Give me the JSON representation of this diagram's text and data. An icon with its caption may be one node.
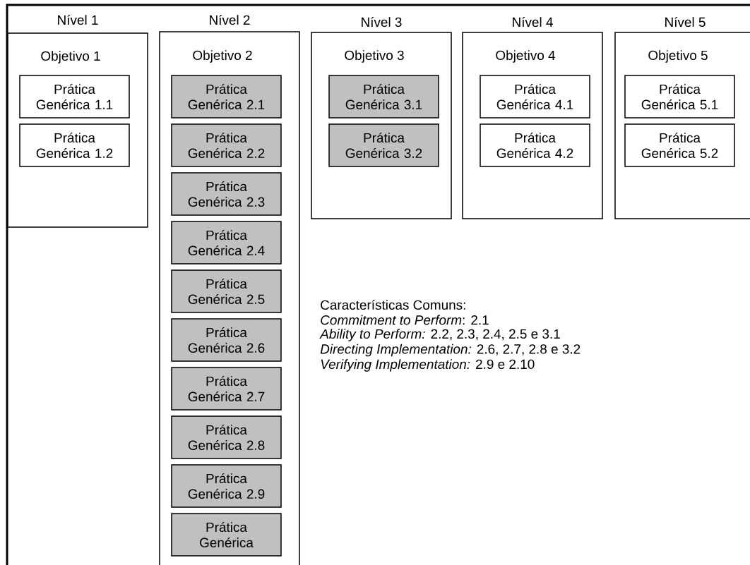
{
  "diagram": {
    "nodes": [
      {
        "text": [
          "Nível 1",
          "Objetivo 1"
        ]
      },
      {
        "text": [
          "Prática Genérica 1.1"
        ],
        "in": 0
      },
      {
        "text": [
          "Prática Genérica 1.2"
        ],
        "in": 0
      },
      {
        "text": [
          "Nível 2",
          "Objetivo 2"
        ]
      },
      {
        "text": [
          "Prática Genérica 2.1"
        ],
        "in": 3
      },
      {
        "text": [
          "Prática Genérica 2.2"
        ],
        "in": 3
      },
      {
        "text": [
          "Prática Genérica 2.3"
        ],
        "in": 3
      },
      {
        "text": [
          "Prática Genérica 2.4"
        ],
        "in": 3
      },
      {
        "text": [
          "Prática Genérica 2.5"
        ],
        "in": 3
      },
      {
        "text": [
          "Prática Genérica 2.6"
        ],
        "in": 3
      },
      {
        "text": [
          "Prática Genérica 2.7"
        ],
        "in": 3
      },
      {
        "text": [
          "Prática Genérica 2.8"
        ],
        "in": 3
      },
      {
        "text": [
          "Prática Genérica 2.9"
        ],
        "in": 3
      },
      {
        "text": [
          "Prática Genérica"
        ],
        "in": 3
      },
      {
        "text": [
          "Nível 3",
          "Objetivo 3"
        ]
      },
      {
        "text": [
          "Prática Genérica 3.1"
        ],
        "in": 14
      },
      {
        "text": [
          "Prática Genérica 3.2"
        ],
        "in": 14
      },
      {
        "text": [
          "Nível 4",
          "Objetivo 4"
        ]
      },
      {
        "text": [
          "Prática Genérica 4.1"
        ],
        "in": 17
      },
      {
        "text": [
          "Prática Genérica 4.2"
        ],
        "in": 17
      },
      {
        "text": [
          "Nível 5",
          "Objetivo 5"
        ]
      },
      {
        "text": [
          "Prática Genérica 5.1"
        ],
        "in": 20
      },
      {
        "text": [
          "Prática Genérica 5.2"
        ],
        "in": 20
      }
    ],
    "labels": [
      "Características Comuns:",
      "*Commitment to Perform*: 2.1",
      "*Ability to Perform:* 2.2, 2.3, 2.4, 2.5 e 3.1",
      "*Directing Implementation:* 2.6, 2.7, 2.8 e 3.2",
      "*Verifying Implementation:* 2.9 e 2.10"
    ]
  }
}
